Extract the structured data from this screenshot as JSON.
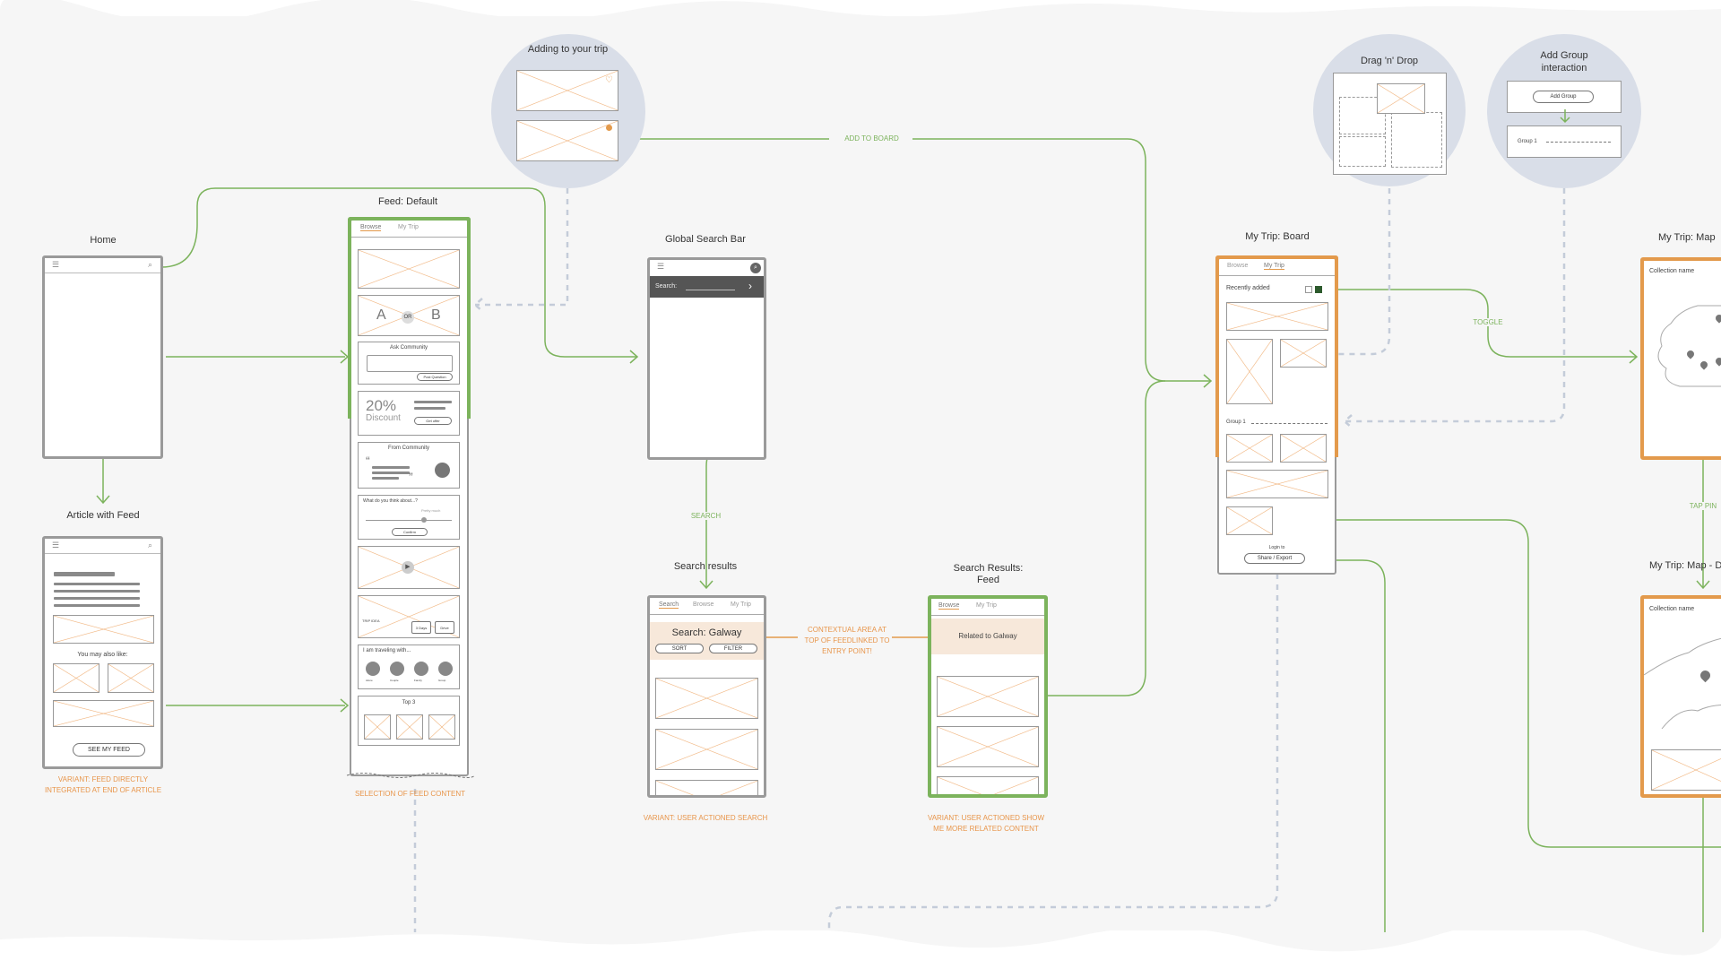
{
  "titles": {
    "home": "Home",
    "article": "Article with Feed",
    "feed_default": "Feed: Default",
    "global_search": "Global Search Bar",
    "search_results": "Search results",
    "search_results_feed": "Search Results: Feed",
    "mytrip_board": "My Trip: Board",
    "mytrip_map": "My Trip: Map",
    "mytrip_map_d": "My Trip: Map - D",
    "adding": "Adding to your trip",
    "drag_drop": "Drag 'n' Drop",
    "add_group": "Add Group interaction"
  },
  "notes": {
    "variant_feed": "VARIANT: FEED DIRECTLY INTEGRATED AT END OF ARTICLE",
    "selection_feed": "SELECTION OF FEED CONTENT",
    "variant_search": "VARIANT: USER ACTIONED SEARCH",
    "variant_show": "VARIANT: USER ACTIONED SHOW ME MORE RELATED CONTENT",
    "contextual": "CONTEXTUAL AREA AT TOP OF FEEDLINKED TO ENTRY POINT!"
  },
  "flow_labels": {
    "add_to_board": "ADD TO BOARD",
    "search": "SEARCH",
    "toggle": "TOGGLE",
    "tap_pin": "TAP PIN"
  },
  "article": {
    "you_may_like": "You may also like:",
    "see_feed": "SEE MY FEED"
  },
  "feed": {
    "tab_browse": "Browse",
    "tab_mytrip": "My Trip",
    "ab_a": "A",
    "ab_or": "OR",
    "ab_b": "B",
    "ask_community": "Ask Community",
    "post_question": "Post Question",
    "discount_num": "20%",
    "discount_word": "Discount",
    "get_offer": "Get offer",
    "from_community": "From Community",
    "poll_q": "What do you think about...?",
    "poll_scale": "Pretty much",
    "poll_btn": "Confirm",
    "trip_idea": "TRIP IDEA",
    "trip_days": "3 Days",
    "trip_dist": "Drive",
    "travel_with": "I am traveling with...",
    "companions": [
      "Alone",
      "Couple",
      "Family",
      "Group"
    ],
    "top3": "Top 3"
  },
  "global_search": {
    "search_label": "Search:"
  },
  "search_results": {
    "tab_search": "Search",
    "tab_browse": "Browse",
    "tab_mytrip": "My Trip",
    "query": "Search: Galway",
    "sort": "SORT",
    "filter": "FILTER"
  },
  "results_feed": {
    "tab_browse": "Browse",
    "tab_mytrip": "My Trip",
    "related": "Related to Galway"
  },
  "board": {
    "tab_browse": "Browse",
    "tab_mytrip": "My Trip",
    "recently_added": "Recently added",
    "group1": "Group 1",
    "login": "Login to",
    "share": "Share / Export"
  },
  "add_group": {
    "button": "Add Group",
    "group1": "Group 1"
  },
  "map": {
    "collection": "Collection name"
  },
  "colors": {
    "green": "#7cb35c",
    "orange": "#e39a4c",
    "gray_border": "#9a9a9a",
    "dashed": "#c4ccd9"
  }
}
